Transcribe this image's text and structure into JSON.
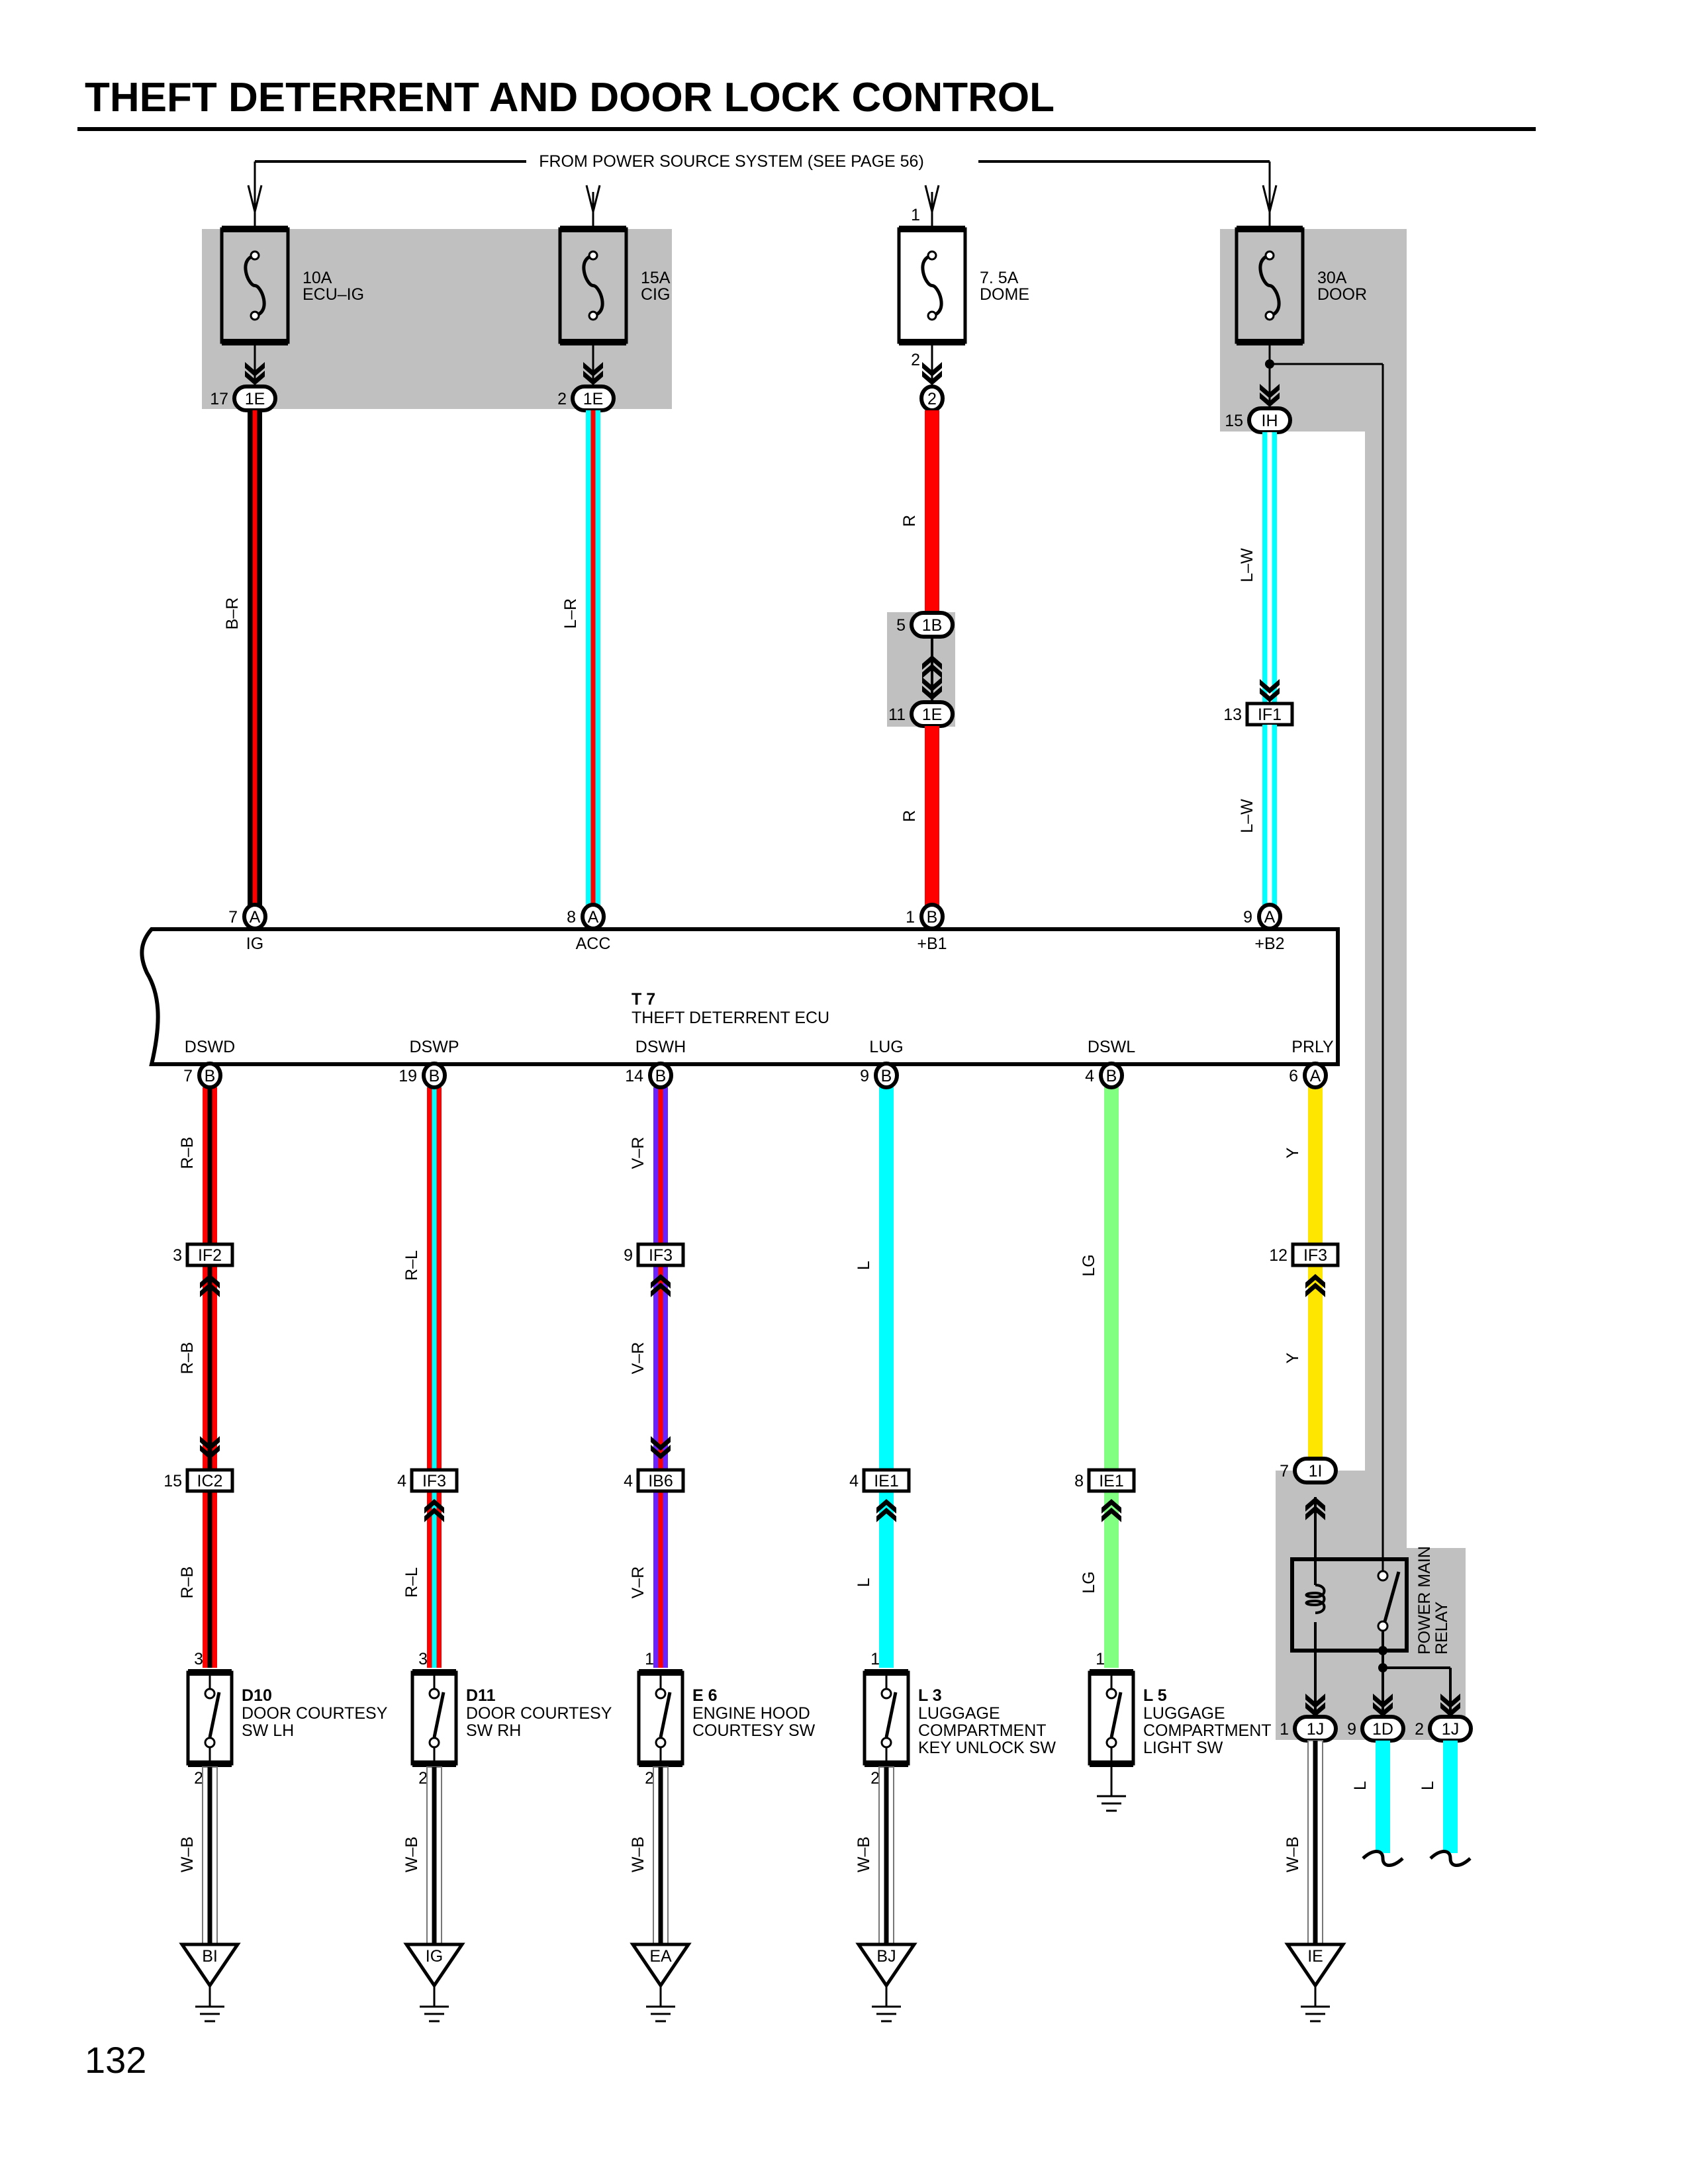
{
  "title": "THEFT DETERRENT AND DOOR LOCK CONTROL",
  "page_number": "132",
  "power_source_label": "FROM POWER SOURCE SYSTEM (SEE PAGE 56)",
  "colors": {
    "gray_box": "#c0c0c0"
  },
  "wire_colors": {
    "B": "#000000",
    "R": "#ff0000",
    "L": "#00ffff",
    "W": "#ffffff",
    "V": "#6a22ff",
    "LG": "#80ff80",
    "Y": "#ffe600"
  },
  "fuses": [
    {
      "amp": "10A",
      "name": "ECU–IG",
      "conn_pin": "17",
      "conn": "1E",
      "wire": "B–R",
      "ecu_pin": "7",
      "ecu_conn": "A",
      "terminal": "IG"
    },
    {
      "amp": "15A",
      "name": "CIG",
      "conn_pin": "2",
      "conn": "1E",
      "wire": "L–R",
      "ecu_pin": "8",
      "ecu_conn": "A",
      "terminal": "ACC"
    },
    {
      "amp": "7. 5A",
      "name": "DOME",
      "fuse_pin_in": "1",
      "fuse_pin_out": "2",
      "conn": "2",
      "wire": "R",
      "junction_a": {
        "pin": "5",
        "id": "1B"
      },
      "junction_b": {
        "pin": "11",
        "id": "1E"
      },
      "ecu_pin": "1",
      "ecu_conn": "B",
      "terminal": "+B1"
    },
    {
      "amp": "30A",
      "name": "DOOR",
      "conn_pin": "15",
      "conn": "IH",
      "wire": "L–W",
      "inline": {
        "pin": "13",
        "id": "IF1"
      },
      "ecu_pin": "9",
      "ecu_conn": "A",
      "terminal": "+B2"
    }
  ],
  "ecu": {
    "code": "T 7",
    "name": "THEFT DETERRENT ECU"
  },
  "outputs": [
    {
      "terminal": "DSWD",
      "pin": "7",
      "conn": "B",
      "wire": "R–B",
      "inline": [
        {
          "pin": "3",
          "id": "IF2"
        },
        {
          "pin": "15",
          "id": "IC2"
        }
      ],
      "sw_pin_top": "3",
      "sw_pin_bottom": "2",
      "code": "D10",
      "name": [
        "DOOR COURTESY",
        "SW LH"
      ],
      "ground_wire": "W–B",
      "ground": "BI"
    },
    {
      "terminal": "DSWP",
      "pin": "19",
      "conn": "B",
      "wire": "R–L",
      "inline": [
        {
          "pin": "4",
          "id": "IF3"
        }
      ],
      "sw_pin_top": "3",
      "sw_pin_bottom": "2",
      "code": "D11",
      "name": [
        "DOOR COURTESY",
        "SW RH"
      ],
      "ground_wire": "W–B",
      "ground": "IG"
    },
    {
      "terminal": "DSWH",
      "pin": "14",
      "conn": "B",
      "wire": "V–R",
      "inline": [
        {
          "pin": "9",
          "id": "IF3"
        },
        {
          "pin": "4",
          "id": "IB6"
        }
      ],
      "sw_pin_top": "1",
      "sw_pin_bottom": "2",
      "code": "E 6",
      "name": [
        "ENGINE HOOD",
        "COURTESY SW"
      ],
      "ground_wire": "W–B",
      "ground": "EA"
    },
    {
      "terminal": "LUG",
      "pin": "9",
      "conn": "B",
      "wire": "L",
      "inline": [
        {
          "pin": "4",
          "id": "IE1"
        }
      ],
      "sw_pin_top": "1",
      "sw_pin_bottom": "2",
      "code": "L 3",
      "name": [
        "LUGGAGE",
        "COMPARTMENT",
        "KEY UNLOCK SW"
      ],
      "ground_wire": "W–B",
      "ground": "BJ"
    },
    {
      "terminal": "DSWL",
      "pin": "4",
      "conn": "B",
      "wire": "LG",
      "inline": [
        {
          "pin": "8",
          "id": "IE1"
        }
      ],
      "sw_pin_top": "1",
      "code": "L 5",
      "name": [
        "LUGGAGE",
        "COMPARTMENT",
        "LIGHT SW"
      ]
    },
    {
      "terminal": "PRLY",
      "pin": "6",
      "conn": "A",
      "wire": "Y",
      "inline": [
        {
          "pin": "12",
          "id": "IF3"
        }
      ]
    }
  ],
  "relay": {
    "name": [
      "POWER MAIN",
      "RELAY"
    ],
    "in_conn": {
      "pin": "7",
      "id": "1I"
    },
    "coil_out": {
      "pin": "1",
      "id": "1J",
      "wire": "W–B",
      "ground": "IE"
    },
    "outputs": [
      {
        "pin": "9",
        "id": "1D",
        "wire": "L"
      },
      {
        "pin": "2",
        "id": "1J",
        "wire": "L"
      }
    ]
  }
}
